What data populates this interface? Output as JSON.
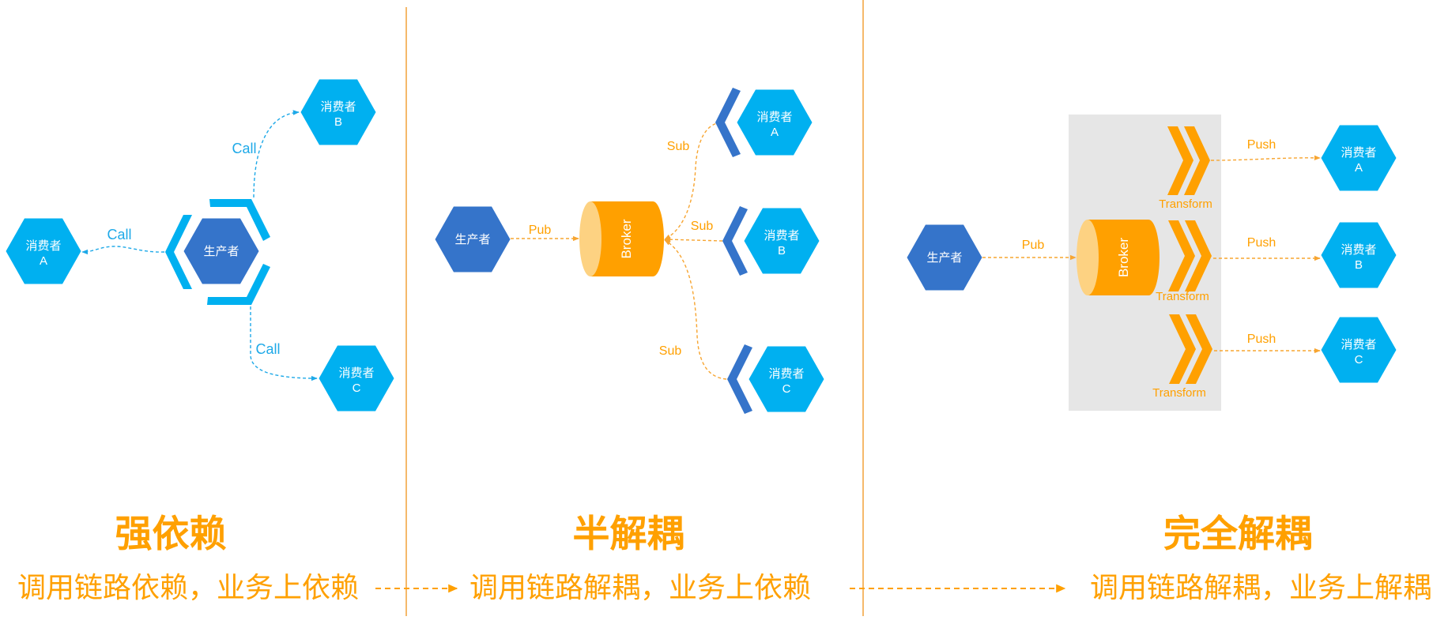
{
  "colors": {
    "accent_orange": "#ffa000",
    "edge_orange": "#f7a531",
    "call_cyan": "#1ea9e8",
    "consumer_cyan": "#00b0f0",
    "producer_blue": "#3574ca",
    "broker_face": "#fdd282",
    "transform_zone": "#e6e6e6",
    "divider": "#f2a23a"
  },
  "panels": [
    {
      "title": "强依赖",
      "subtitle": "调用链路依赖，业务上依赖",
      "producer": {
        "label": "生产者"
      },
      "consumers": [
        {
          "name": "消费者",
          "letter": "A"
        },
        {
          "name": "消费者",
          "letter": "B"
        },
        {
          "name": "消费者",
          "letter": "C"
        }
      ],
      "edges": [
        {
          "label": "Call",
          "target": "A"
        },
        {
          "label": "Call",
          "target": "B"
        },
        {
          "label": "Call",
          "target": "C"
        }
      ]
    },
    {
      "title": "半解耦",
      "subtitle": "调用链路解耦，业务上依赖",
      "producer": {
        "label": "生产者"
      },
      "publish": {
        "label": "Pub"
      },
      "broker": {
        "label": "Broker"
      },
      "consumers": [
        {
          "name": "消费者",
          "letter": "A"
        },
        {
          "name": "消费者",
          "letter": "B"
        },
        {
          "name": "消费者",
          "letter": "C"
        }
      ],
      "subscriptions": [
        {
          "label": "Sub",
          "target": "A"
        },
        {
          "label": "Sub",
          "target": "B"
        },
        {
          "label": "Sub",
          "target": "C"
        }
      ]
    },
    {
      "title": "完全解耦",
      "subtitle": "调用链路解耦，业务上解耦",
      "producer": {
        "label": "生产者"
      },
      "publish": {
        "label": "Pub"
      },
      "broker": {
        "label": "Broker"
      },
      "transforms": [
        {
          "label": "Transform"
        },
        {
          "label": "Transform"
        },
        {
          "label": "Transform"
        }
      ],
      "pushes": [
        {
          "label": "Push",
          "target": "A"
        },
        {
          "label": "Push",
          "target": "B"
        },
        {
          "label": "Push",
          "target": "C"
        }
      ],
      "consumers": [
        {
          "name": "消费者",
          "letter": "A"
        },
        {
          "name": "消费者",
          "letter": "B"
        },
        {
          "name": "消费者",
          "letter": "C"
        }
      ]
    }
  ]
}
